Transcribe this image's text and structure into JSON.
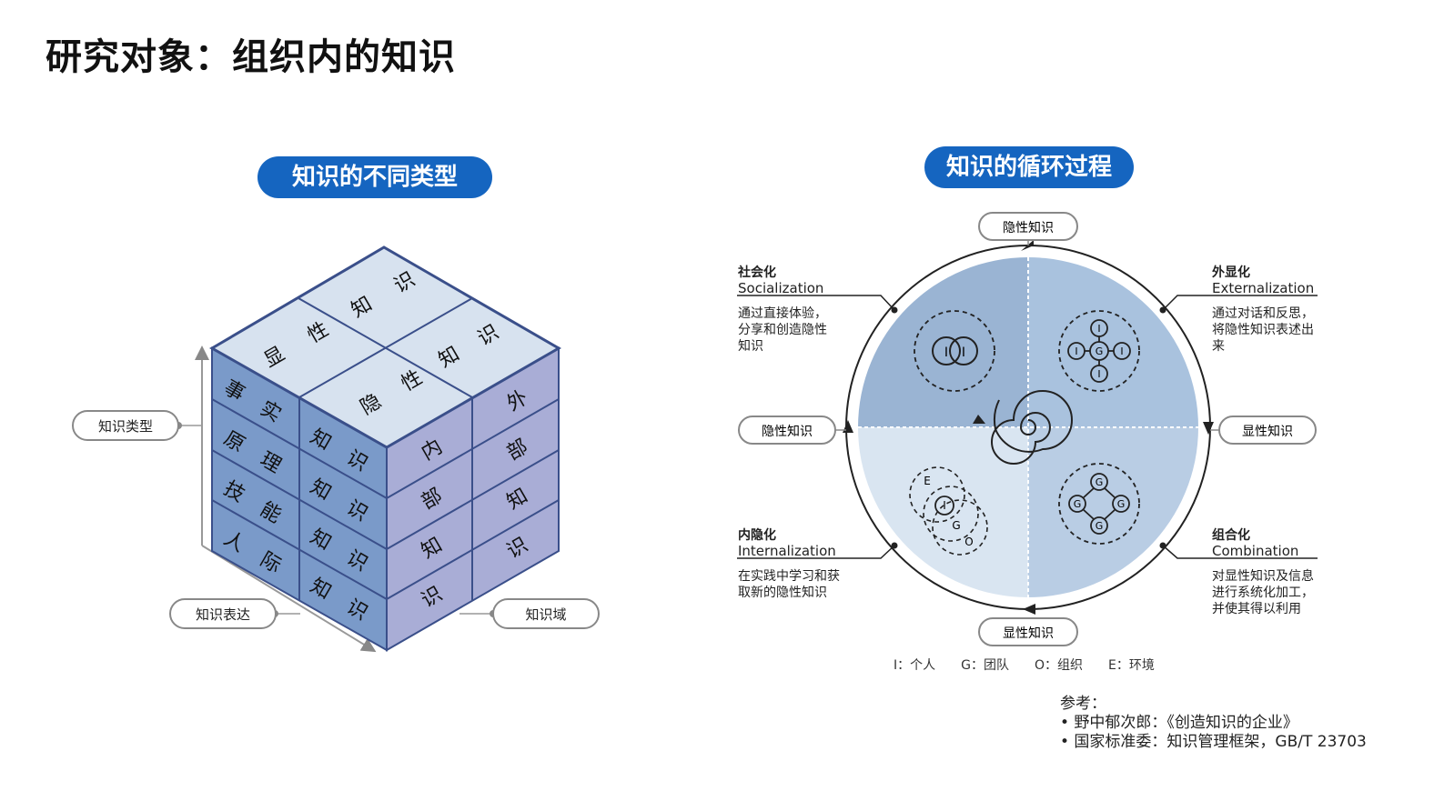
{
  "title": "研究对象：组织内的知识",
  "left": {
    "pill": "知识的不同类型",
    "labels": {
      "type": "知识类型",
      "expression": "知识表达",
      "domain": "知识域"
    },
    "top": {
      "explicit": [
        "显",
        "性",
        "知",
        "识"
      ],
      "tacit": [
        "隐",
        "性",
        "知",
        "识"
      ]
    },
    "front_left": [
      [
        "事",
        "实"
      ],
      [
        "原",
        "理"
      ],
      [
        "技",
        "能"
      ],
      [
        "人",
        "际"
      ]
    ],
    "front_mid": [
      [
        "知",
        "识"
      ],
      [
        "知",
        "识"
      ],
      [
        "知",
        "识"
      ],
      [
        "知",
        "识"
      ]
    ],
    "right_inner": [
      "内",
      "部",
      "知",
      "识"
    ],
    "right_outer": [
      "外",
      "部",
      "知",
      "识"
    ]
  },
  "right": {
    "pill": "知识的循环过程",
    "top_label": "隐性知识",
    "bottom_label": "显性知识",
    "left_label": "隐性知识",
    "right_label": "显性知识",
    "socialization": {
      "cn": "社会化",
      "en": "Socialization",
      "desc": [
        "通过直接体验，",
        "分享和创造隐性",
        "知识"
      ]
    },
    "externalization": {
      "cn": "外显化",
      "en": "Externalization",
      "desc": [
        "通过对话和反思，",
        "将隐性知识表述出",
        "来"
      ]
    },
    "internalization": {
      "cn": "内隐化",
      "en": "Internalization",
      "desc": [
        "在实践中学习和获",
        "取新的隐性知识"
      ]
    },
    "combination": {
      "cn": "组合化",
      "en": "Combination",
      "desc": [
        "对显性知识及信息",
        "进行系统化加工，",
        "并使其得以利用"
      ]
    },
    "legend": "I：个人　　G：团队　　O：组织　　E：环境",
    "symbols": {
      "I": "I",
      "G": "G",
      "O": "O",
      "E": "E"
    },
    "colors": {
      "q1": "#9ab4d3",
      "q2": "#a9c2de",
      "q3": "#d9e5f1",
      "q4": "#b9cde4"
    }
  },
  "refs": {
    "heading": "参考：",
    "items": [
      "•  野中郁次郎：《创造知识的企业》",
      "•  国家标准委：知识管理框架，GB/T 23703"
    ]
  }
}
